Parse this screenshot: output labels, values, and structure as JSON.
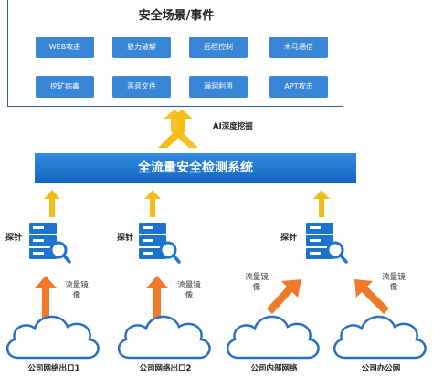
{
  "events": {
    "title": "安全场景/事件",
    "tags": [
      "WEB攻击",
      "暴力破解",
      "远程控制",
      "木马通信",
      "挖矿病毒",
      "恶意文件",
      "漏洞利用",
      "APT攻击"
    ]
  },
  "ai_label": "AI深度挖掘",
  "main_system": "全流量安全检测系统",
  "probe_label": "探针",
  "mirror_label": "流量镜像",
  "mirror_label_line1": "流量镜",
  "mirror_label_line2": "像",
  "networks": [
    "公司网络出口1",
    "公司网络出口2",
    "公司内部网络",
    "公司办公网"
  ],
  "colors": {
    "tag_blue": "#3a86d6",
    "bar_blue": "#1b74d0",
    "arrow_yellow": "#f6bd16",
    "arrow_orange": "#f07a2a",
    "cloud_blue": "#2a6fc2"
  }
}
